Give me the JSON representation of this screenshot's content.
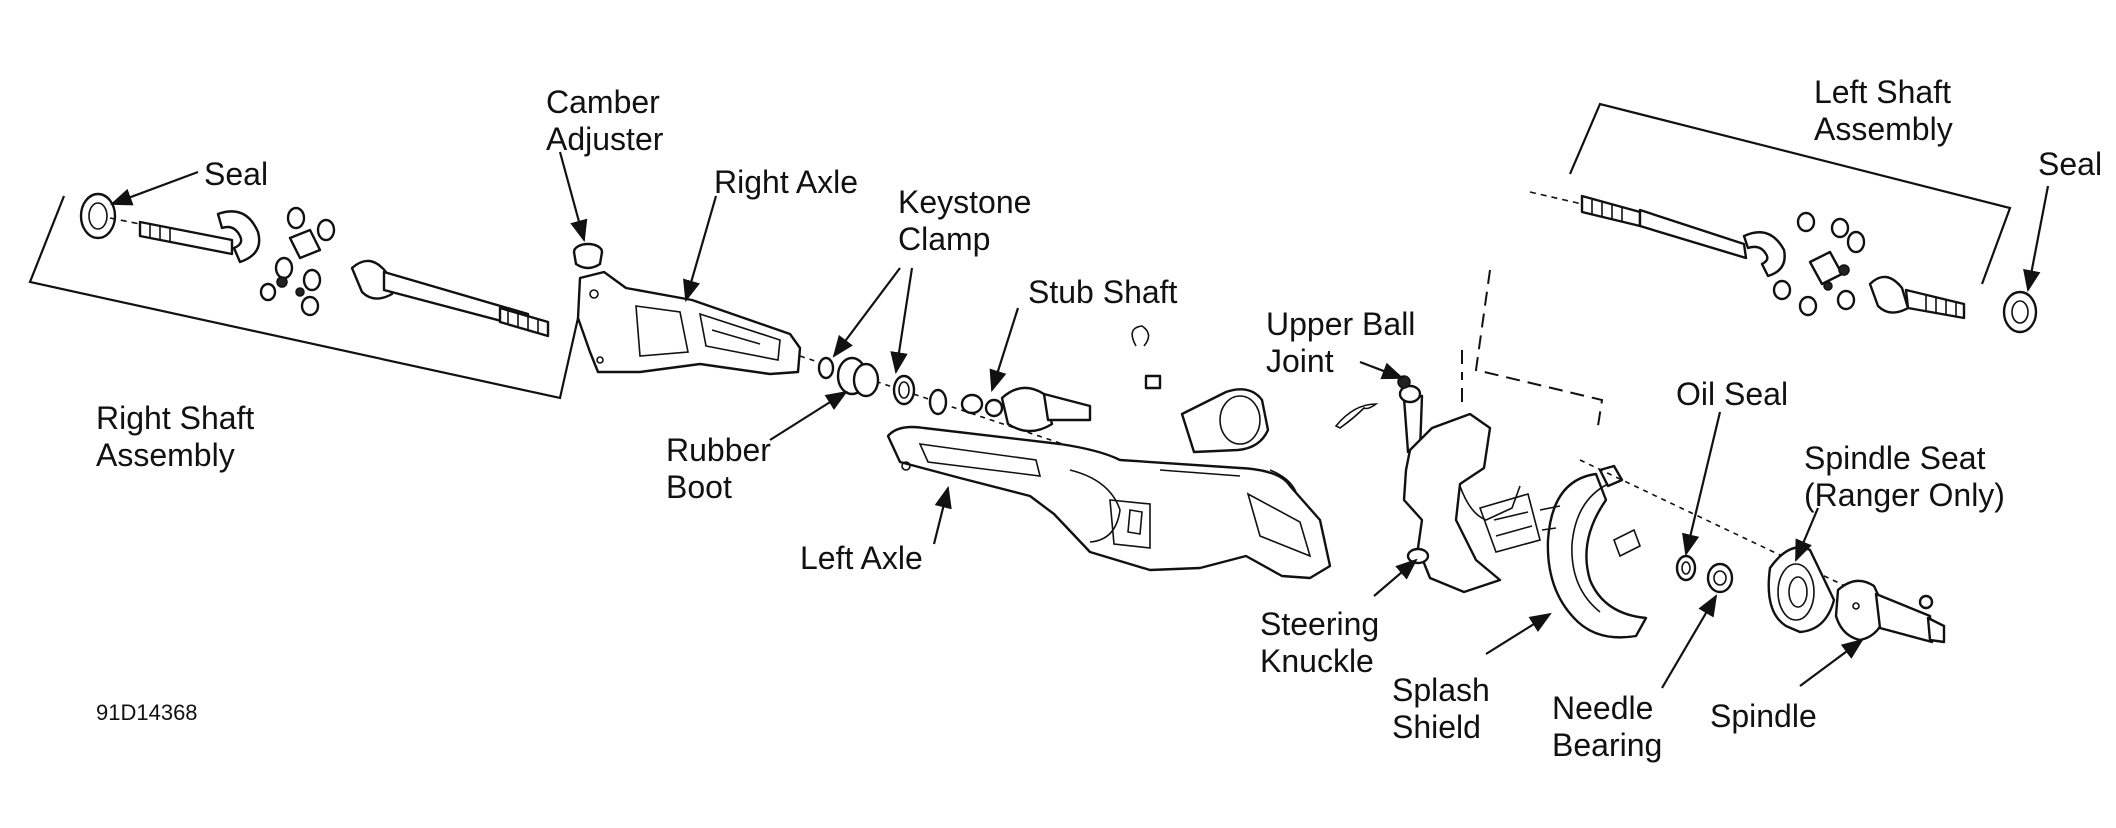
{
  "figure_id": "91D14368",
  "labels": {
    "seal_left": "Seal",
    "camber_adjuster": [
      "Camber",
      "Adjuster"
    ],
    "right_axle": "Right Axle",
    "keystone_clamp": [
      "Keystone",
      "Clamp"
    ],
    "stub_shaft": "Stub Shaft",
    "right_shaft_assembly": [
      "Right Shaft",
      "Assembly"
    ],
    "rubber_boot": [
      "Rubber",
      "Boot"
    ],
    "left_axle": "Left Axle",
    "upper_ball_joint": [
      "Upper Ball",
      "Joint"
    ],
    "left_shaft_assembly": [
      "Left Shaft",
      "Assembly"
    ],
    "seal_right": "Seal",
    "oil_seal": "Oil Seal",
    "spindle_seat": [
      "Spindle Seat",
      "(Ranger Only)"
    ],
    "steering_knuckle": [
      "Steering",
      "Knuckle"
    ],
    "splash_shield": [
      "Splash",
      "Shield"
    ],
    "needle_bearing": [
      "Needle",
      "Bearing"
    ],
    "spindle": "Spindle"
  }
}
